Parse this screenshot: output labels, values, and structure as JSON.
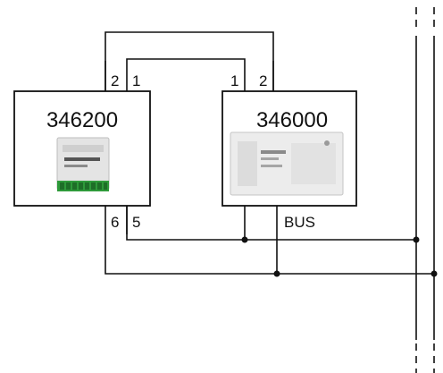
{
  "device_left": {
    "code": "346200",
    "terminals_top": [
      "2",
      "1"
    ],
    "terminals_bottom": [
      "6",
      "5"
    ]
  },
  "device_right": {
    "code": "346000",
    "terminals_top": [
      "1",
      "2"
    ],
    "bus_label": "BUS"
  },
  "colors": {
    "line": "#111111",
    "module_body": "#e8e8e8",
    "terminal_green": "#2e9a3a"
  }
}
